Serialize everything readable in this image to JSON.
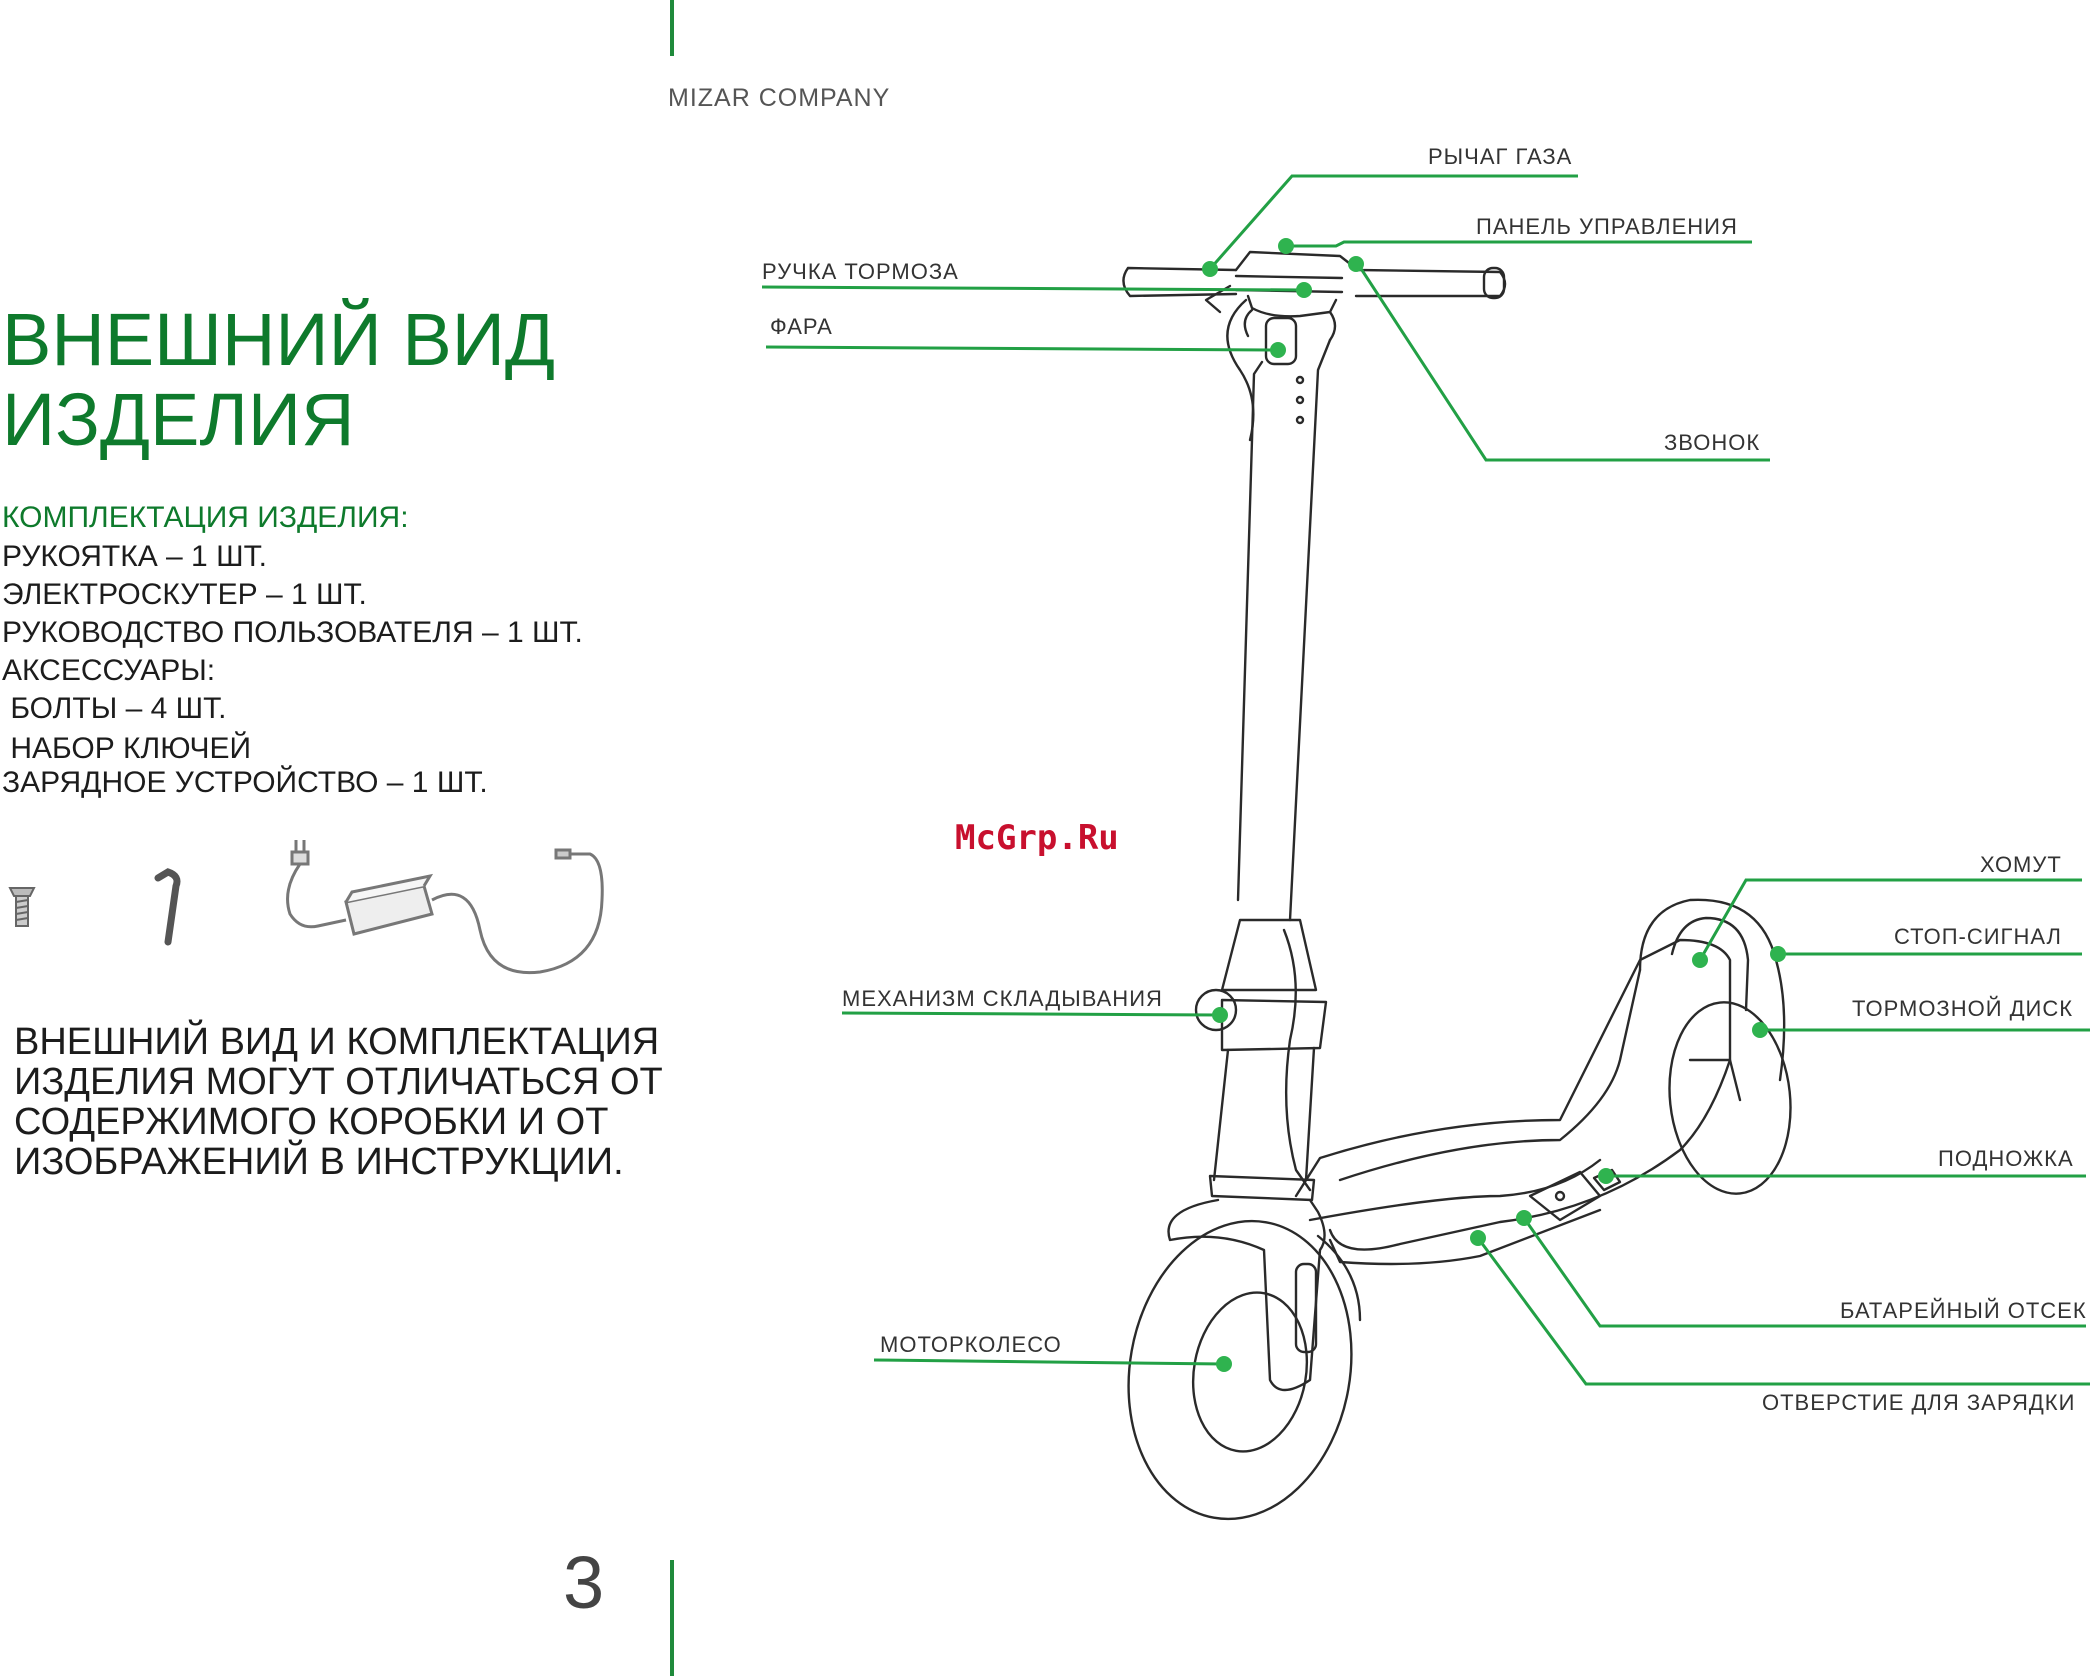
{
  "brand": "MIZAR COMPANY",
  "title": {
    "line1": "ВНЕШНИЙ ВИД",
    "line2": "ИЗДЕЛИЯ"
  },
  "kit": {
    "heading": "КОМПЛЕКТАЦИЯ ИЗДЕЛИЯ:",
    "items": [
      "РУКОЯТКА – 1 ШТ.",
      "ЭЛЕКТРОСКУТЕР – 1 ШТ.",
      "РУКОВОДСТВО ПОЛЬЗОВАТЕЛЯ – 1 ШТ.",
      "АКСЕССУАРЫ:",
      " БОЛТЫ – 4 ШТ.",
      " НАБОР КЛЮЧЕЙ",
      "ЗАРЯДНОЕ УСТРОЙСТВО – 1 ШТ."
    ]
  },
  "kit_icons": [
    "bolt-icon",
    "hex-key-icon",
    "charger-icon"
  ],
  "note": {
    "line1": "ВНЕШНИЙ ВИД И КОМПЛЕКТАЦИЯ",
    "line2": "ИЗДЕЛИЯ МОГУТ ОТЛИЧАТЬСЯ ОТ",
    "line3": "СОДЕРЖИМОГО КОРОБКИ И ОТ",
    "line4": "ИЗОБРАЖЕНИЙ В ИНСТРУКЦИИ."
  },
  "callouts": {
    "throttle": "РЫЧАГ ГАЗА",
    "control_panel": "ПАНЕЛЬ УПРАВЛЕНИЯ",
    "brake_lever": "РУЧКА ТОРМОЗА",
    "headlight": "ФАРА",
    "bell": "ЗВОНОК",
    "clamp": "ХОМУТ",
    "stop_light": "СТОП-СИГНАЛ",
    "brake_disc": "ТОРМОЗНОЙ ДИСК",
    "folding": "МЕХАНИЗМ СКЛАДЫВАНИЯ",
    "kickstand": "ПОДНОЖКА",
    "motor_wheel": "МОТОРКОЛЕСО",
    "battery": "БАТАРЕЙНЫЙ ОТСЕК",
    "charging_port": "ОТВЕРСТИЕ ДЛЯ ЗАРЯДКИ"
  },
  "watermark": "McGrp.Ru",
  "page_number": "3",
  "colors": {
    "accent": "#0e7a2c",
    "callout_line": "#22a045",
    "callout_dot": "#2fb34f",
    "watermark": "#c8102e"
  }
}
